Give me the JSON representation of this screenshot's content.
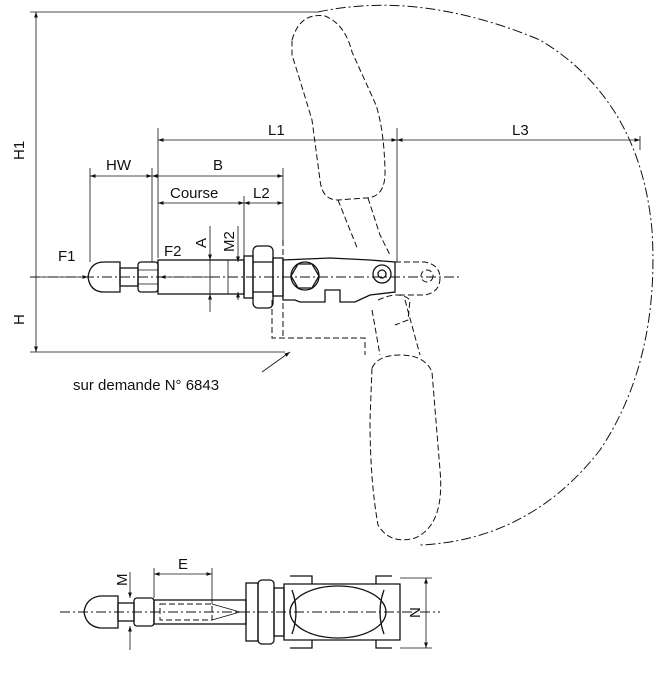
{
  "labels": {
    "h1": "H1",
    "h": "H",
    "l1": "L1",
    "l3": "L3",
    "hw": "HW",
    "b": "B",
    "course": "Course",
    "l2": "L2",
    "a": "A",
    "m2": "M2",
    "f1": "F1",
    "f2": "F2",
    "m": "M",
    "e": "E",
    "n": "N",
    "note": "sur demande N° 6843"
  }
}
